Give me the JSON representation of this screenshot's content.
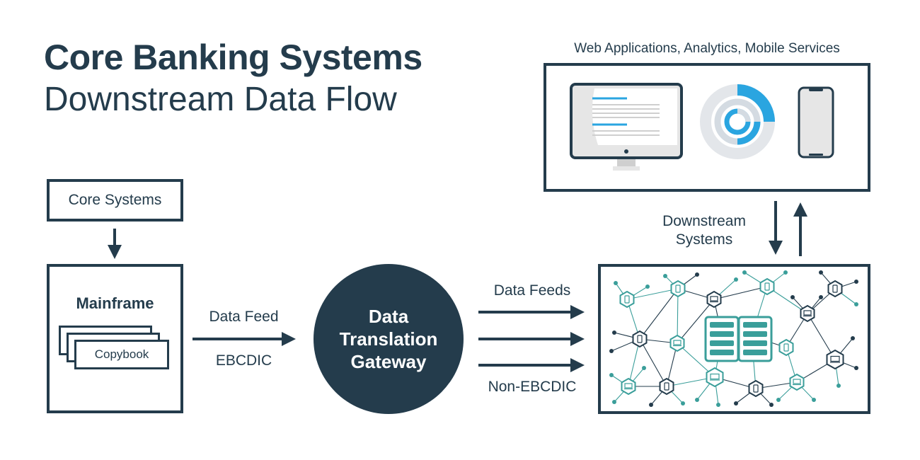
{
  "title": {
    "line1": "Core Banking Systems",
    "line2": "Downstream Data Flow"
  },
  "core_systems": {
    "label": "Core Systems"
  },
  "mainframe": {
    "label": "Mainframe",
    "copybook_label": "Copybook"
  },
  "data_feed": {
    "label": "Data Feed",
    "encoding": "EBCDIC"
  },
  "gateway": {
    "label": "Data\nTranslation\nGateway"
  },
  "data_feeds": {
    "label": "Data Feeds",
    "encoding": "Non-EBCDIC"
  },
  "downstream": {
    "label": "Downstream\nSystems"
  },
  "web_apps": {
    "label": "Web Applications, Analytics, Mobile Services"
  },
  "colors": {
    "navy": "#243c4c",
    "teal": "#3a9e9a",
    "blue": "#2aa5e0",
    "light_gray": "#e6e6e6"
  }
}
